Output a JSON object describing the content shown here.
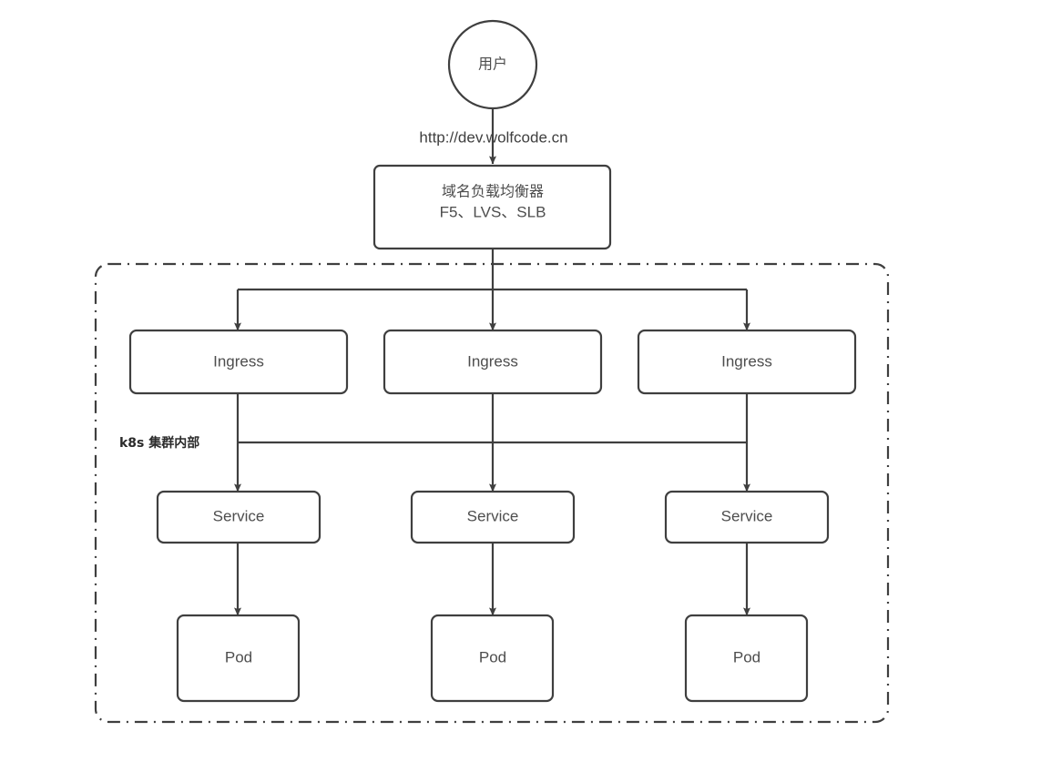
{
  "diagram": {
    "title_text_present": false,
    "background_color": "#ffffff",
    "stroke_color": "#3f3f3f",
    "text_color": "#4d4d4d",
    "zone": {
      "label": "k8s 集群内部",
      "style": "dash-dot"
    },
    "nodes": {
      "user": {
        "label": "用户",
        "shape": "circle"
      },
      "load_balancer": {
        "line1": "域名负载均衡器",
        "line2": "F5、LVS、SLB",
        "shape": "rounded-rect"
      },
      "ingress": [
        {
          "label": "Ingress"
        },
        {
          "label": "Ingress"
        },
        {
          "label": "Ingress"
        }
      ],
      "service": [
        {
          "label": "Service"
        },
        {
          "label": "Service"
        },
        {
          "label": "Service"
        }
      ],
      "pod": [
        {
          "label": "Pod"
        },
        {
          "label": "Pod"
        },
        {
          "label": "Pod"
        }
      ]
    },
    "edges": {
      "user_to_lb_label": "http://dev.wolfcode.cn"
    }
  }
}
